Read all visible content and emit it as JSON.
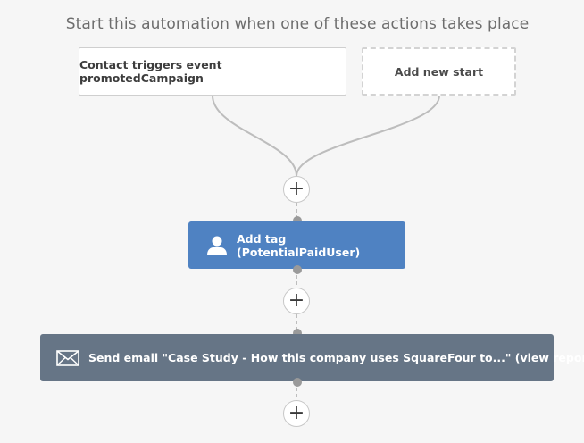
{
  "heading": "Start this automation when one of these actions takes place",
  "triggers": {
    "existing_label": "Contact triggers event promotedCampaign",
    "add_new_label": "Add new start"
  },
  "steps": {
    "tag_label": "Add tag (PotentialPaidUser)",
    "email_label": "Send email \"Case Study - How this company uses SquareFour to...\" (view reports)"
  },
  "plus_symbol": "+",
  "icons": {
    "tag_icon": "user-icon",
    "email_icon": "envelope-icon"
  },
  "colors": {
    "background": "#f6f6f6",
    "tag_action": "#4f82c2",
    "email_action": "#667586",
    "connector": "#bdbdbd"
  }
}
